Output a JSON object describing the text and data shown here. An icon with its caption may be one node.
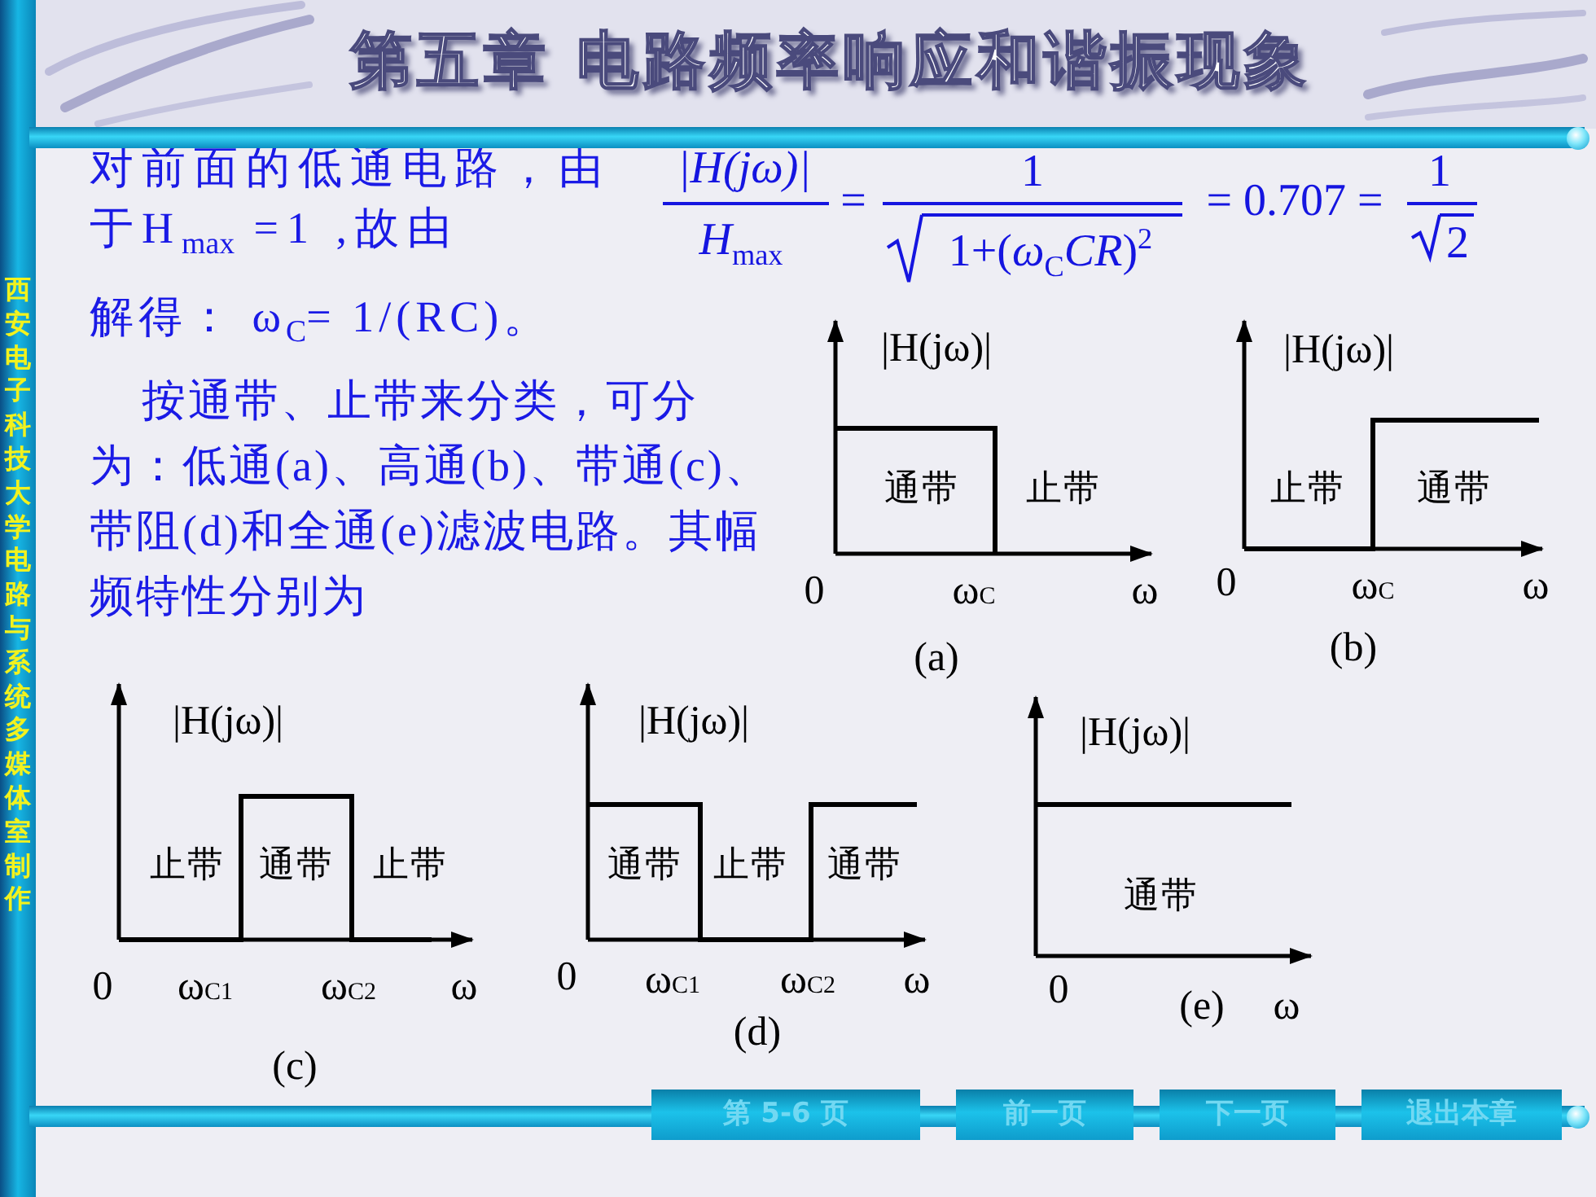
{
  "diagram": {
    "title": "第五章 电路频率响应和谐振现象",
    "labels": [
      "西安电子科技大学电路与系统多媒体室制作",
      "对前面的低通电路，由于H$_{max}$ =1 ,故由",
      "|H(jω)|",
      "*H*$_{max}$",
      "=",
      "1",
      "1+(*ω*$_{C}$*CR*)$^{2}$",
      "= 0.707 =",
      "1",
      "2",
      "解得： ω$_{C}$= 1/(RC)。",
      "按通带、止带来分类，可分为：低通(a)、高通(b)、带通(c)、带阻(d)和全通(e)滤波电路。其幅频特性分别为",
      "|H(jω)|",
      "通带",
      "止带",
      "0",
      "ω$_{C}$",
      "ω",
      "(a)",
      "|H(jω)|",
      "止带",
      "通带",
      "0",
      "ω$_{C}$",
      "ω",
      "(b)",
      "|H(jω)|",
      "止带",
      "通带",
      "止带",
      "0",
      "ω$_{C1}$",
      "ω$_{C2}$",
      "ω",
      "(c)",
      "|H(jω)|",
      "通带",
      "止带",
      "通带",
      "0",
      "ω$_{C1}$",
      "ω$_{C2}$",
      "ω",
      "(d)",
      "|H(jω)|",
      "通带",
      "0",
      "(e)",
      "ω",
      "第 5-6 页",
      "前一页",
      "下一页",
      "退出本章"
    ]
  }
}
